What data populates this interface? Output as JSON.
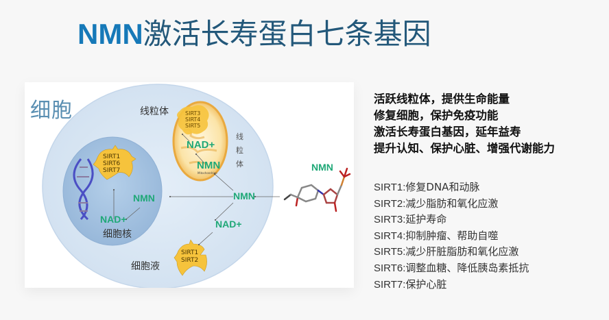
{
  "title": {
    "accent": "NMN",
    "rest": "激活长寿蛋白七条基因",
    "accent_color": "#1679b8",
    "rest_color": "#23587a"
  },
  "diagram": {
    "cell_label": "细胞",
    "mitochondria_label": "线粒体",
    "mitochondria_label_vertical": "线粒体",
    "mitochondrion_tiny_label": "Mitochondrion",
    "nucleus_label": "细胞核",
    "cytoplasm_label": "细胞液",
    "mito_sirts": [
      "SIRT3",
      "SIRT4",
      "SIRT5"
    ],
    "nucleus_sirts": [
      "SIRT1",
      "SIRT6",
      "SIRT7"
    ],
    "cytoplasm_sirts": [
      "SIRT1",
      "SIRT2"
    ],
    "mito_nad": "NAD+",
    "mito_nmn": "NMN",
    "nucleus_nad": "NAD+",
    "nucleus_nmn": "NMN",
    "center_nmn": "NMN",
    "cytoplasm_nad": "NAD+",
    "molecule_label": "NMN",
    "colors": {
      "cell": "#dbe7f3",
      "nucleus": "#a9c6e3",
      "mitochondrion": "#f4c463",
      "sirt_blob": "#f6c33c",
      "label_green": "#1fa877",
      "dna": "#4b4fc4"
    }
  },
  "benefits": [
    "活跃线粒体，提供生命能量",
    "修复细胞，保护免疫功能",
    "激活长寿蛋白基因，延年益寿",
    "提升认知、保护心脏、增强代谢能力"
  ],
  "sirt_functions": [
    {
      "key": "SIRT1:",
      "desc": "修复DNA和动脉"
    },
    {
      "key": "SIRT2:",
      "desc": "减少脂肪和氧化应激"
    },
    {
      "key": "SIRT3:",
      "desc": "延护寿命"
    },
    {
      "key": "SIRT4:",
      "desc": "抑制肿瘤、帮助自噬"
    },
    {
      "key": "SIRT5:",
      "desc": "减少肝脏脂肪和氧化应激"
    },
    {
      "key": "SIRT6:",
      "desc": "调整血糖、降低胰岛素抵抗"
    },
    {
      "key": "SIRT7:",
      "desc": "保护心脏"
    }
  ]
}
